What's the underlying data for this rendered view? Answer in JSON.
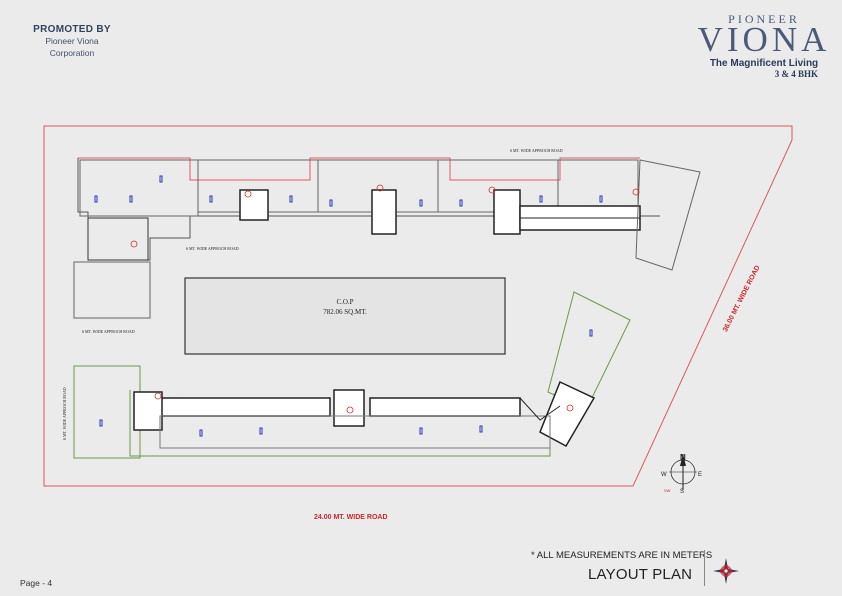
{
  "promoter": {
    "title": "PROMOTED BY",
    "line1": "Pioneer Viona",
    "line2": "Corporation"
  },
  "brand": {
    "top": "PIONEER",
    "main": "VIONA",
    "tagline": "The Magnificent Living",
    "bhk": "3 & 4 BHK"
  },
  "plan": {
    "approach_road_top": "6 MT. WIDE APPROCH ROAD",
    "approach_road_mid": "6 MT. WIDE APPROCH ROAD",
    "approach_road_left_top": "6 MT. WIDE APPROCH ROAD",
    "approach_road_left_vertical": "6 MT. WIDE APPROCH ROAD",
    "cop_label": "C.O.P",
    "cop_area": "782.06 SQ.MT.",
    "road_bottom": "24.00 MT. WIDE ROAD",
    "road_right": "36.00 MT. WIDE ROAD"
  },
  "compass": {
    "n": "N",
    "w": "W",
    "e": "E",
    "s": "S",
    "sw": "SW"
  },
  "footer": {
    "note": "* ALL MEASUREMENTS ARE IN METERS",
    "title": "LAYOUT PLAN",
    "page": "Page - 4"
  }
}
